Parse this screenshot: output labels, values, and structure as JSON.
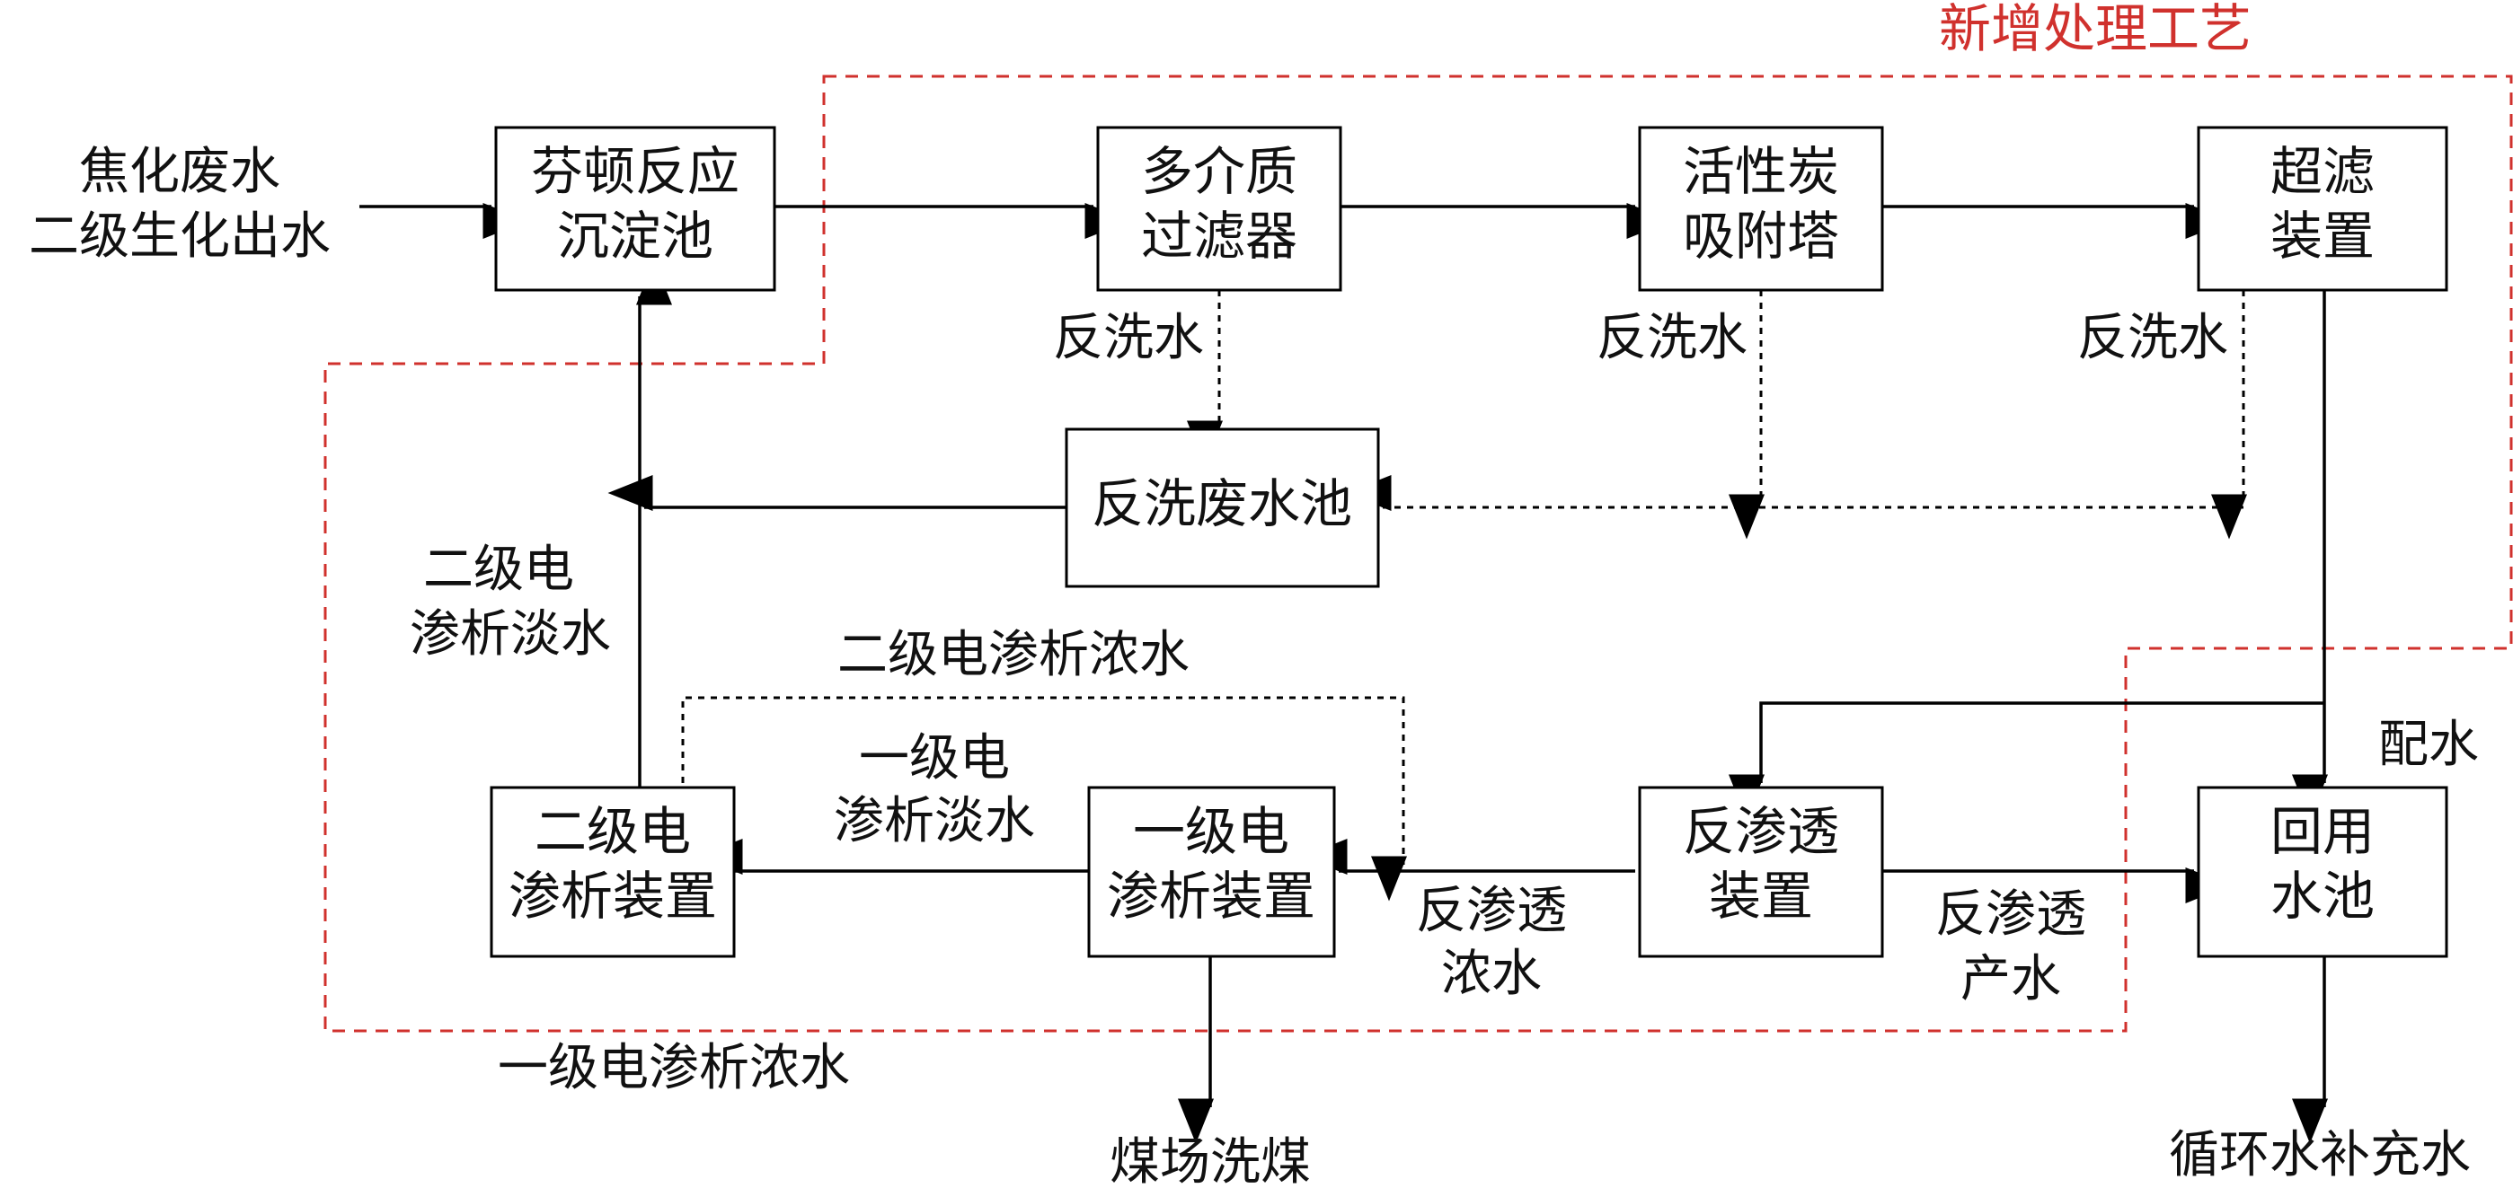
{
  "region": {
    "title": "新增处理工艺",
    "color": "#d0312d"
  },
  "nodes": {
    "fenton": [
      "芬顿反应",
      "沉淀池"
    ],
    "multimedia": [
      "多介质",
      "过滤器"
    ],
    "carbon": [
      "活性炭",
      "吸附塔"
    ],
    "uf": [
      "超滤",
      "装置"
    ],
    "backwash_tank": [
      "反洗废水池"
    ],
    "ed2": [
      "二级电",
      "渗析装置"
    ],
    "ed1": [
      "一级电",
      "渗析装置"
    ],
    "ro": [
      "反渗透",
      "装置"
    ],
    "reuse": [
      "回用",
      "水池"
    ]
  },
  "labels": {
    "input": [
      "焦化废水",
      "二级生化出水"
    ],
    "backwash_1": "反洗水",
    "backwash_2": "反洗水",
    "backwash_3": "反洗水",
    "ed2_fresh": [
      "二级电",
      "渗析淡水"
    ],
    "ed2_conc": "二级电渗析浓水",
    "ed1_fresh": [
      "一级电",
      "渗析淡水"
    ],
    "ro_conc": [
      "反渗透",
      "浓水"
    ],
    "ro_product": [
      "反渗透",
      "产水"
    ],
    "mixing": "配水",
    "ed1_conc": "一级电渗析浓水",
    "coal_wash": "煤场洗煤",
    "makeup": "循环水补充水"
  }
}
